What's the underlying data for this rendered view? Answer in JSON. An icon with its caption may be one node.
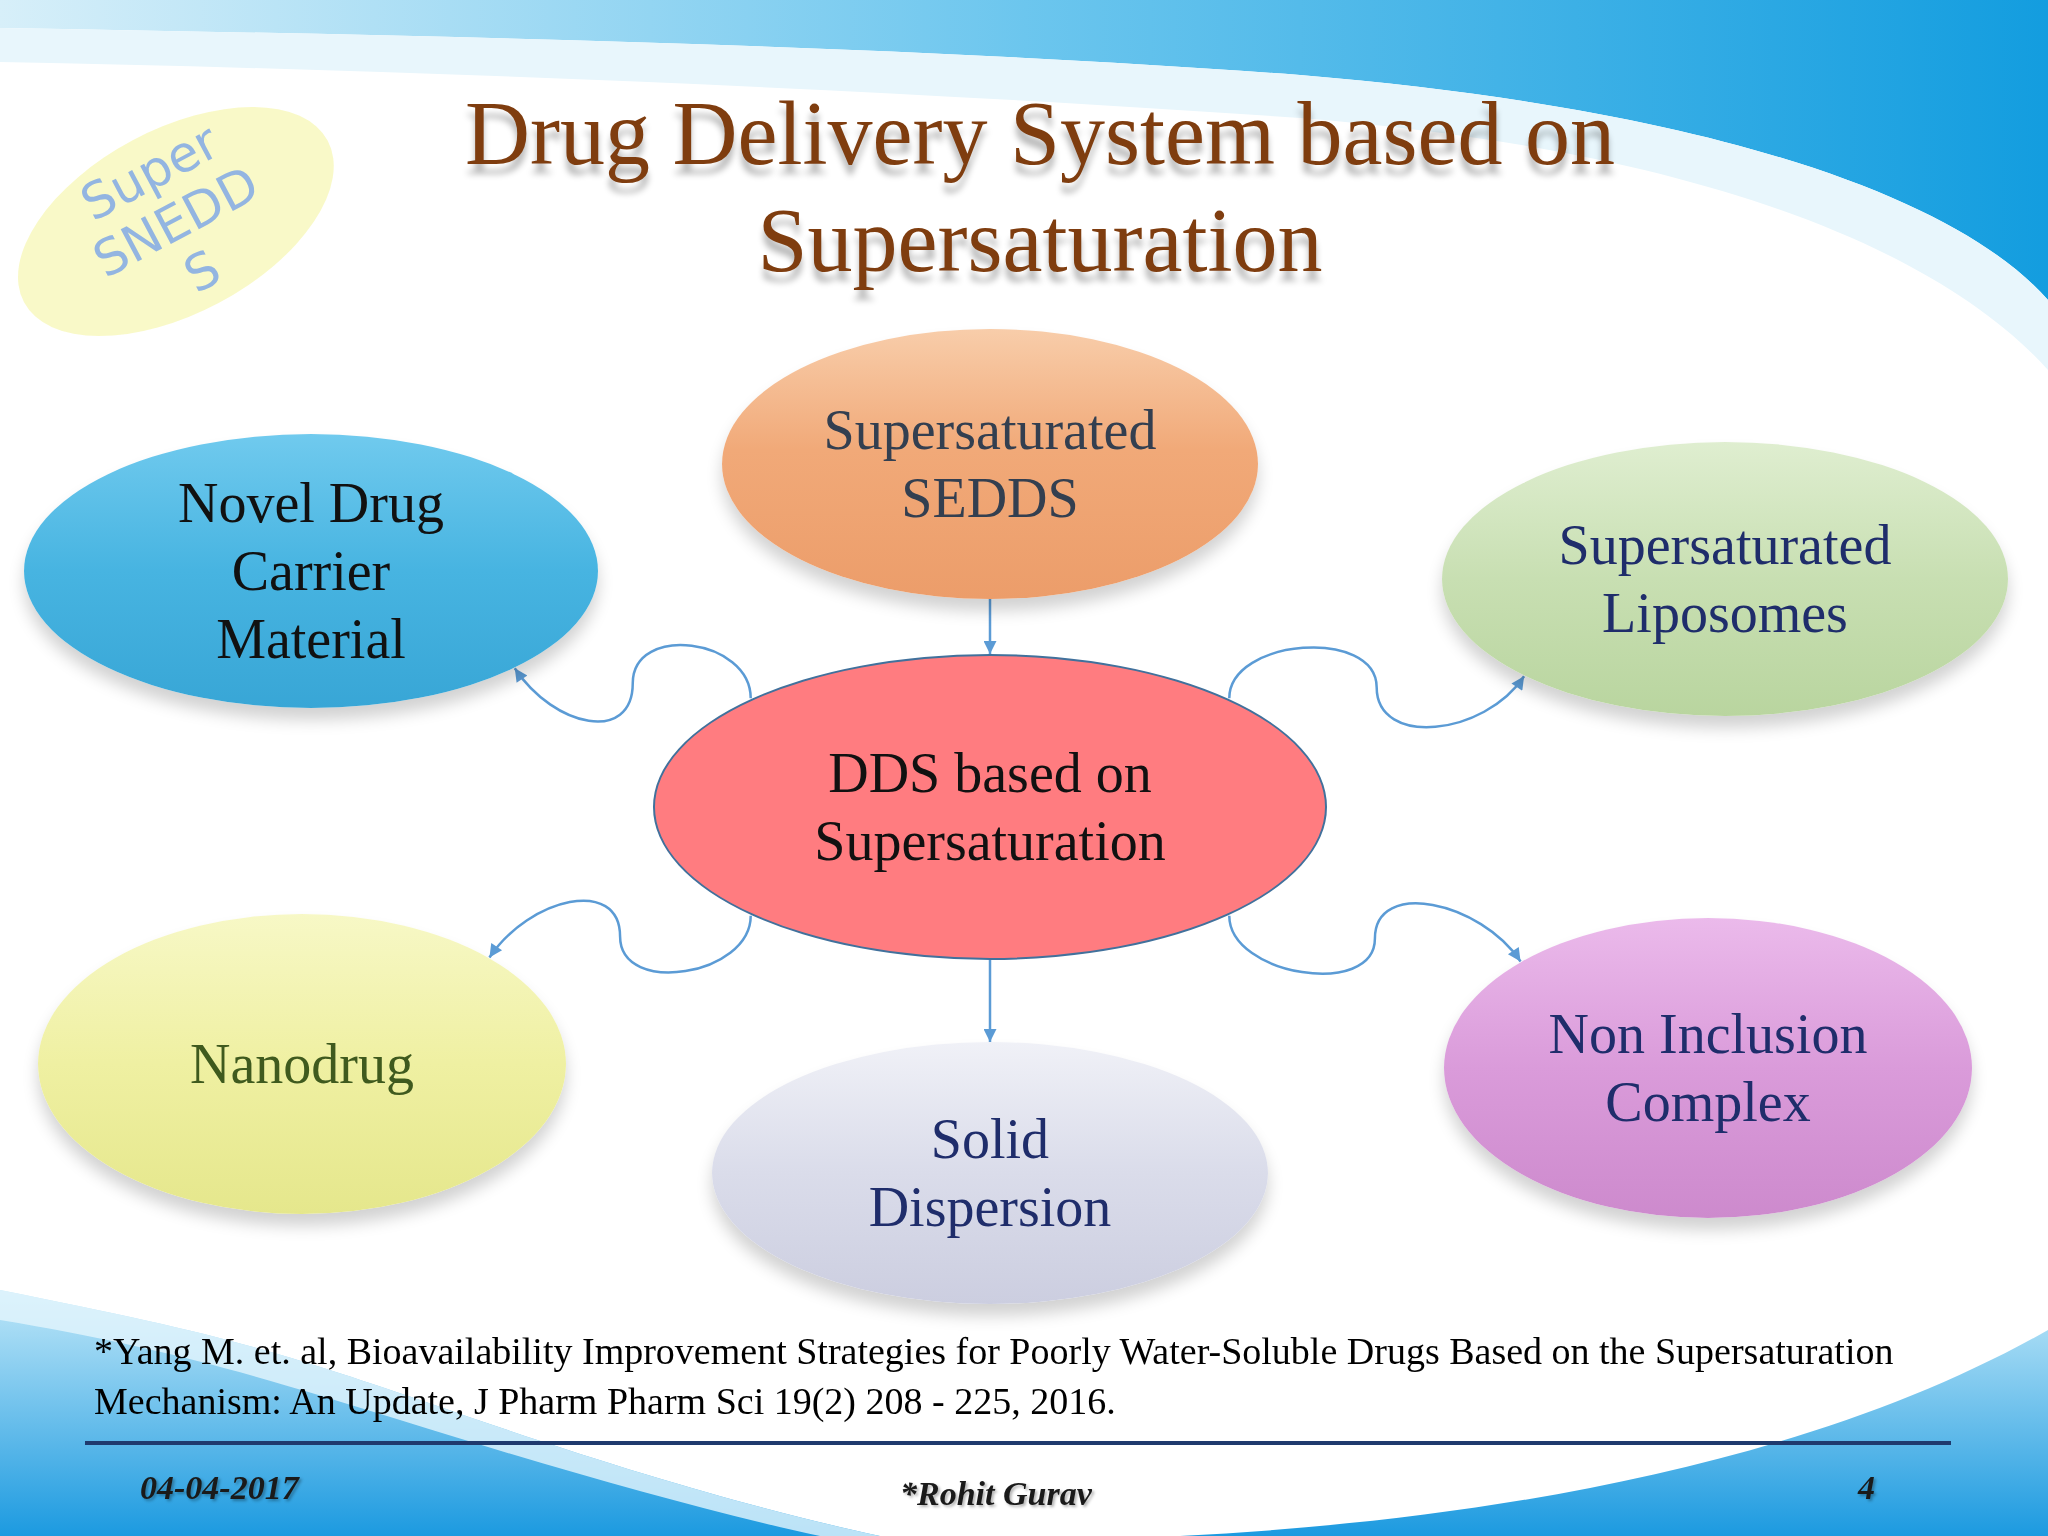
{
  "diagram": {
    "title": "Drug Delivery System based on Supersaturation",
    "nodes": [
      {
        "text": [
          "Super SNEDD S"
        ]
      },
      {
        "text": [
          "Supersaturated SEDDS"
        ]
      },
      {
        "text": [
          "Novel Drug Carrier Material"
        ]
      },
      {
        "text": [
          "Supersaturated Liposomes"
        ]
      },
      {
        "text": [
          "DDS based on Supersaturation"
        ]
      },
      {
        "text": [
          "Nanodrug"
        ]
      },
      {
        "text": [
          "Solid Dispersion"
        ]
      },
      {
        "text": [
          "Non Inclusion Complex"
        ]
      }
    ],
    "edges": [
      {
        "from": 1,
        "to": 4,
        "arrow": "to"
      },
      {
        "from": 4,
        "to": 2,
        "arrow": "to"
      },
      {
        "from": 4,
        "to": 3,
        "arrow": "to"
      },
      {
        "from": 4,
        "to": 5,
        "arrow": "to"
      },
      {
        "from": 4,
        "to": 6,
        "arrow": "to"
      },
      {
        "from": 4,
        "to": 7,
        "arrow": "to"
      }
    ],
    "labels": [
      "*Yang M. et. al, Bioavailability Improvement Strategies for Poorly Water-Soluble Drugs Based on the Supersaturation Mechanism: An Update, J Pharm Pharm Sci 19(2) 208 - 225, 2016.",
      "04-04-2017",
      "*Rohit Gurav",
      "4"
    ]
  }
}
